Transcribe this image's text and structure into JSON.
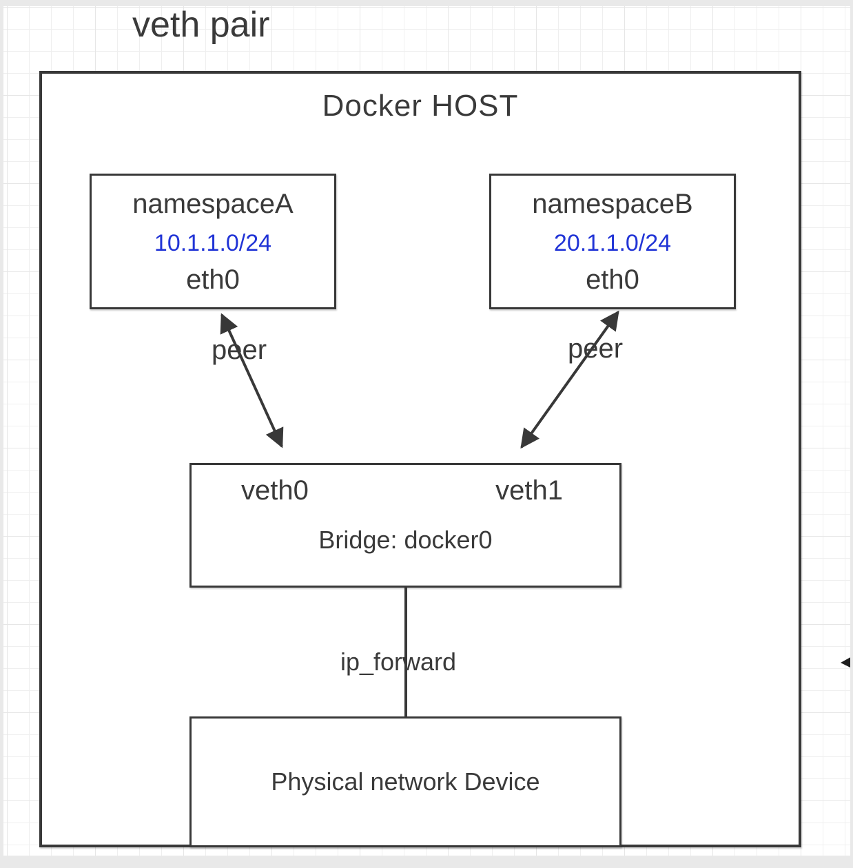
{
  "title": "veth pair",
  "host": {
    "label": "Docker HOST"
  },
  "namespace_a": {
    "name": "namespaceA",
    "subnet": "10.1.1.0/24",
    "interface": "eth0"
  },
  "namespace_b": {
    "name": "namespaceB",
    "subnet": "20.1.1.0/24",
    "interface": "eth0"
  },
  "bridge": {
    "left_port": "veth0",
    "right_port": "veth1",
    "label": "Bridge: docker0"
  },
  "physical_device": {
    "label": "Physical network Device"
  },
  "connections": {
    "peer_left_label": "peer",
    "peer_right_label": "peer",
    "ip_forward_label": "ip_forward"
  },
  "colors": {
    "stroke": "#383838",
    "text": "#3a3a3a",
    "subnet_text": "#2134d6",
    "grid_line": "#efefef",
    "page_margin": "#e9e9e9"
  }
}
